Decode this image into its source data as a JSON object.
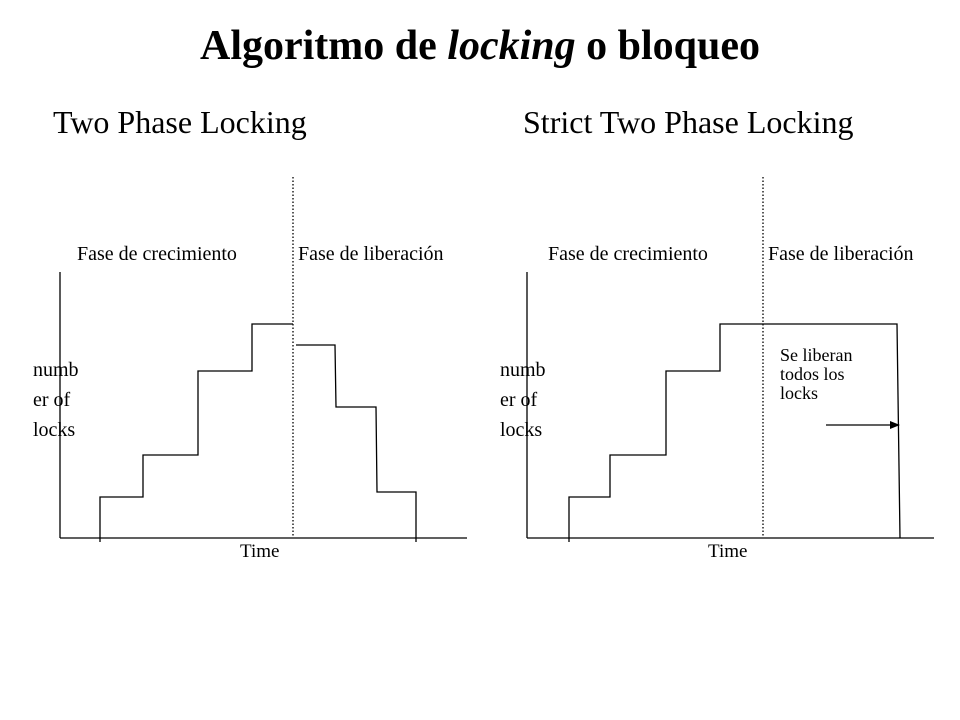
{
  "title": {
    "part1": "Algoritmo de ",
    "part2": "locking",
    "part3": " o bloqueo"
  },
  "left": {
    "subtitle": "Two Phase Locking",
    "phase_growth": "Fase de crecimiento",
    "phase_release": "Fase de liberación",
    "ylabel_lines": [
      "numb",
      "er of",
      "locks"
    ],
    "xlabel": "Time"
  },
  "right": {
    "subtitle": "Strict Two Phase Locking",
    "phase_growth": "Fase de crecimiento",
    "phase_release": "Fase de liberación",
    "ylabel_lines": [
      "numb",
      "er of",
      "locks"
    ],
    "xlabel": "Time",
    "note_lines": [
      "Se liberan",
      "todos los",
      "locks"
    ]
  },
  "colors": {
    "line": "#000000",
    "background": "#ffffff"
  }
}
